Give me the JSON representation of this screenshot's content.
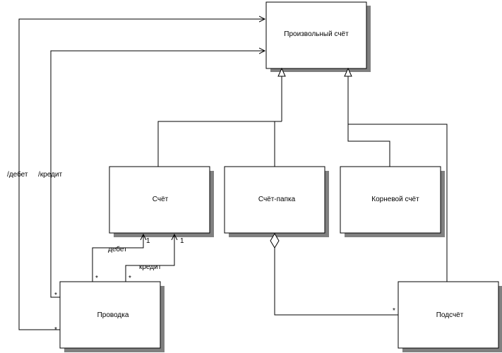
{
  "diagram": {
    "classes": {
      "arbitrary_account": "Произвольный счёт",
      "account": "Счёт",
      "account_folder": "Счёт-папка",
      "root_account": "Корневой счёт",
      "posting": "Проводка",
      "subaccount": "Подсчёт"
    },
    "associations": {
      "derived_debit": "/дебет",
      "derived_credit": "/кредит",
      "debit": "дебет",
      "credit": "кредит"
    },
    "multiplicity": {
      "many": "*",
      "one": "1"
    }
  }
}
